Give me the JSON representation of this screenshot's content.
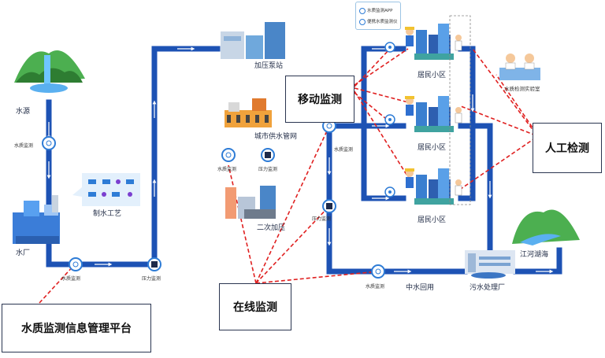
{
  "labels": {
    "water_source": "水源",
    "water_plant": "水厂",
    "process": "制水工艺",
    "booster_station": "加压泵站",
    "city_network": "城市供水管网",
    "secondary_pressure": "二次加压",
    "residential_1": "居民小区",
    "residential_2": "居民小区",
    "residential_3": "居民小区",
    "lab": "水质检测实验室",
    "sewage_plant": "污水处理厂",
    "rivers": "江河湖海",
    "reclaimed_water": "中水回用"
  },
  "monitor_labels": {
    "wq_source": "水质监测",
    "wq_plant_out": "水质监测",
    "pressure_main": "压力监测",
    "wq_network": "水质监测",
    "pressure_network": "压力监测",
    "wq_pipe": "水质监测",
    "pressure_pipe": "压力监测",
    "wq_return": "水质监测"
  },
  "legend": {
    "app": "水质监测APP",
    "device": "便携水质监测仪"
  },
  "boxes": {
    "mobile": "移动监测",
    "manual": "人工检测",
    "online": "在线监测",
    "platform": "水质监测信息管理平台"
  },
  "colors": {
    "pipe": "#1d52b4",
    "dash": "#e02020",
    "box_border": "#2a3550"
  }
}
